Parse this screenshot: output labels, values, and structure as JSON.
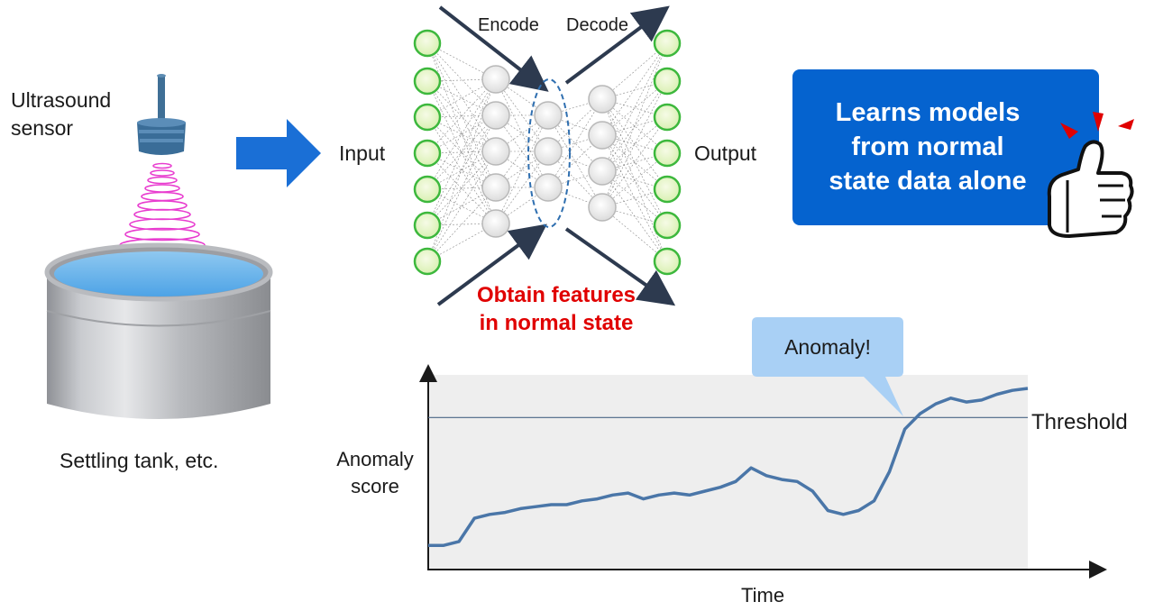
{
  "sensor": {
    "label_line1": "Ultrasound",
    "label_line2": "sensor"
  },
  "tank": {
    "label": "Settling tank, etc."
  },
  "network": {
    "input_label": "Input",
    "output_label": "Output",
    "encode_label": "Encode",
    "decode_label": "Decode",
    "features_line1": "Obtain features",
    "features_line2": "in normal state"
  },
  "callout": {
    "line1": "Learns models",
    "line2": "from normal",
    "line3": "state data alone"
  },
  "chart": {
    "ylabel_line1": "Anomaly",
    "ylabel_line2": "score",
    "xlabel": "Time",
    "threshold_label": "Threshold",
    "anomaly_bubble": "Anomaly!"
  },
  "colors": {
    "accent_blue": "#0563cf",
    "arrow_blue": "#1a6fd6",
    "alert_red": "#e00000",
    "wave_magenta": "#e83ccf",
    "node_green": "#3db83d",
    "line_steel": "#4a76a8",
    "bubble": "#a9d0f5"
  },
  "chart_data": {
    "type": "line",
    "xlabel": "Time",
    "ylabel": "Anomaly score",
    "threshold_label": "Threshold",
    "annotation": "Anomaly!",
    "series": [
      {
        "values": [
          0.12,
          0.12,
          0.14,
          0.26,
          0.28,
          0.29,
          0.31,
          0.32,
          0.33,
          0.33,
          0.35,
          0.36,
          0.38,
          0.39,
          0.36,
          0.38,
          0.39,
          0.38,
          0.4,
          0.42,
          0.45,
          0.52,
          0.48,
          0.46,
          0.45,
          0.4,
          0.3,
          0.28,
          0.3,
          0.35,
          0.5,
          0.72,
          0.8,
          0.85,
          0.88,
          0.86,
          0.87,
          0.9,
          0.92,
          0.93
        ]
      }
    ],
    "threshold": 0.78
  }
}
